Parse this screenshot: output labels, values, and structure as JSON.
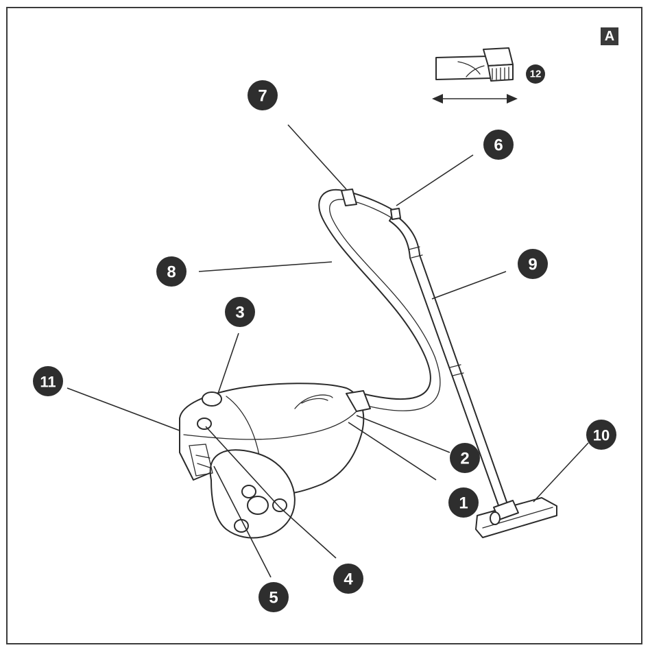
{
  "figure": {
    "panel_letter": "A",
    "callouts": [
      {
        "id": "1",
        "label": "1"
      },
      {
        "id": "2",
        "label": "2"
      },
      {
        "id": "3",
        "label": "3"
      },
      {
        "id": "4",
        "label": "4"
      },
      {
        "id": "5",
        "label": "5"
      },
      {
        "id": "6",
        "label": "6"
      },
      {
        "id": "7",
        "label": "7"
      },
      {
        "id": "8",
        "label": "8"
      },
      {
        "id": "9",
        "label": "9"
      },
      {
        "id": "10",
        "label": "10"
      },
      {
        "id": "11",
        "label": "11"
      },
      {
        "id": "12",
        "label": "12"
      }
    ],
    "colors": {
      "line": "#2b2b2b",
      "callout_fill": "#2e2e2e",
      "background": "#ffffff"
    }
  }
}
